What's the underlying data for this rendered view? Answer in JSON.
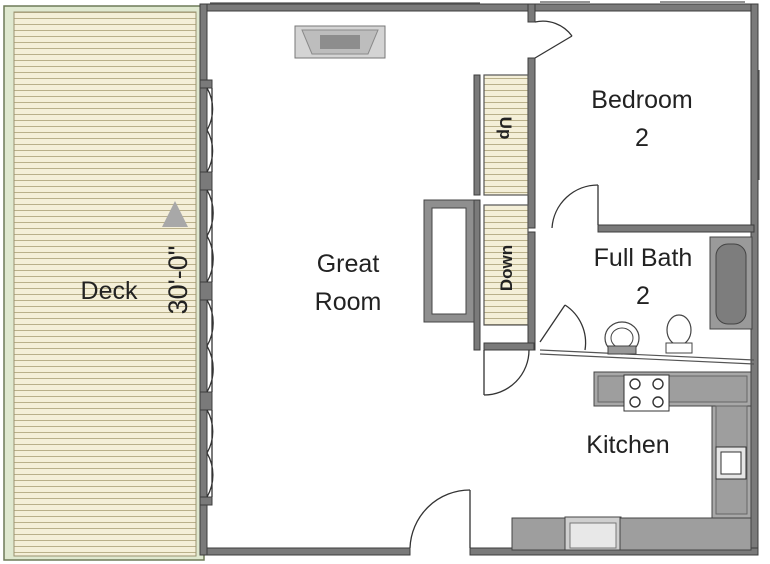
{
  "rooms": {
    "deck": "Deck",
    "deck_dimension": "30'-0\"",
    "great_room_line1": "Great",
    "great_room_line2": "Room",
    "bedroom_line1": "Bedroom",
    "bedroom_line2": "2",
    "bath_line1": "Full Bath",
    "bath_line2": "2",
    "kitchen": "Kitchen"
  },
  "stairs": {
    "up": "Up",
    "down": "Down"
  },
  "colors": {
    "wall": "#7a7a7a",
    "deck_fill": "#f4efd8",
    "deck_line": "#b9b08a",
    "fixture_fill": "#8a8a8a"
  }
}
